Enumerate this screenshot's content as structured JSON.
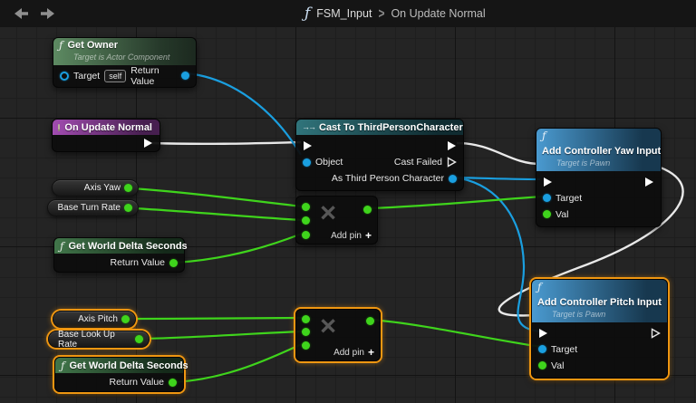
{
  "toolbar": {
    "breadcrumb": {
      "fn_icon": "ƒ",
      "root": "FSM_Input",
      "separator": ">",
      "current": "On Update Normal"
    }
  },
  "graph": {
    "nodes": {
      "get_owner": {
        "fn_icon": "ƒ",
        "title": "Get Owner",
        "subtitle": "Target is Actor Component",
        "target_label": "Target",
        "self_value": "self",
        "return_label": "Return Value"
      },
      "on_update_normal": {
        "title": "On Update Normal"
      },
      "cast_to_third_person_character": {
        "icon": "→→",
        "title": "Cast To ThirdPersonCharacter",
        "object_label": "Object",
        "cast_failed_label": "Cast Failed",
        "as_character_label": "As Third Person Character"
      },
      "add_controller_yaw_input": {
        "fn_icon": "ƒ",
        "title": "Add Controller Yaw Input",
        "subtitle": "Target is Pawn",
        "target_label": "Target",
        "val_label": "Val"
      },
      "axis_yaw": {
        "label": "Axis Yaw"
      },
      "base_turn_rate": {
        "label": "Base Turn Rate"
      },
      "get_world_delta_seconds_1": {
        "fn_icon": "ƒ",
        "title": "Get World Delta Seconds",
        "return_label": "Return Value"
      },
      "multiply_1": {
        "operator": "×",
        "add_pin_label": "Add pin",
        "add_pin_plus": "+"
      },
      "axis_pitch": {
        "label": "Axis Pitch"
      },
      "base_look_up_rate": {
        "label": "Base Look Up Rate"
      },
      "get_world_delta_seconds_2": {
        "fn_icon": "ƒ",
        "title": "Get World Delta Seconds",
        "return_label": "Return Value"
      },
      "multiply_2": {
        "operator": "×",
        "add_pin_label": "Add pin",
        "add_pin_plus": "+"
      },
      "add_controller_pitch_input": {
        "fn_icon": "ƒ",
        "title": "Add Controller Pitch Input",
        "subtitle": "Target is Pawn",
        "target_label": "Target",
        "val_label": "Val"
      }
    },
    "colors": {
      "background": "#242424",
      "grid_minor": "#1e1e1e",
      "grid_major": "#131313",
      "exec_wire": "#e9e9e9",
      "object_wire": "#1a9fe0",
      "float_wire": "#3fd41c",
      "selection_outline": "#ef9611",
      "header_function_green": "#5d8a62",
      "header_event_purple": "#a14cb0",
      "header_cast_teal": "#30747b",
      "header_function_blue": "#4a9ad0",
      "header_pure_green": "#41764a"
    }
  }
}
